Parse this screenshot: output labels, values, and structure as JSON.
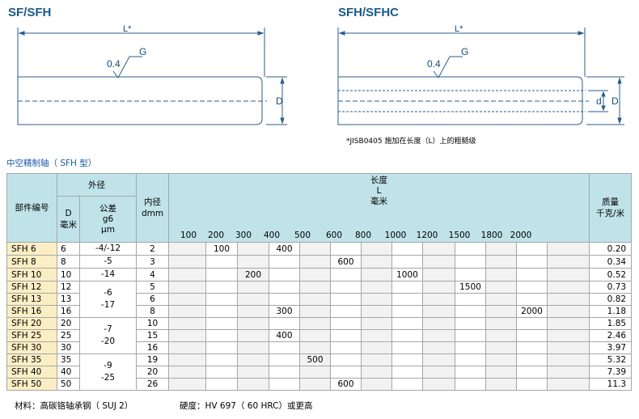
{
  "titles": {
    "left": "SF/SFH",
    "right": "SFH/SFHC"
  },
  "drawing": {
    "length_label": "L*",
    "roughness_value": "0.4",
    "grinding_symbol": "G",
    "dia_label": "D",
    "inner_dia_label": "d"
  },
  "note": "*JISB0405 施加在长度（L）上的粗糙级",
  "section_title": "中空精制轴（ SFH 型）",
  "table": {
    "headers": {
      "part_no": "部件编号",
      "od": "外径",
      "d_label": "D",
      "d_unit": "毫米",
      "tol_l1": "公差",
      "tol_l2": "g6",
      "tol_l3": "μm",
      "id_l1": "内径",
      "id_l2": "dmm",
      "len_l1": "长度",
      "len_l2": "L",
      "len_l3": "毫米",
      "wt_l1": "质量",
      "wt_l2": "千克/米"
    },
    "length_ticks": [
      "100",
      "200",
      "300",
      "400",
      "500",
      "600",
      "800",
      "1000",
      "1200",
      "1500",
      "1800",
      "2000"
    ],
    "rows": [
      {
        "part": "SFH 6",
        "D": "6",
        "id": "2",
        "wt": "0.20"
      },
      {
        "part": "SFH 8",
        "D": "8",
        "id": "3",
        "wt": "0.34"
      },
      {
        "part": "SFH 10",
        "D": "10",
        "id": "4",
        "wt": "0.52"
      },
      {
        "part": "SFH 12",
        "D": "12",
        "id": "5",
        "wt": "0.73"
      },
      {
        "part": "SFH 13",
        "D": "13",
        "id": "6",
        "wt": "0.82"
      },
      {
        "part": "SFH 16",
        "D": "16",
        "id": "8",
        "wt": "1.18"
      },
      {
        "part": "SFH 20",
        "D": "20",
        "id": "10",
        "wt": "1.85"
      },
      {
        "part": "SFH 25",
        "D": "25",
        "id": "15",
        "wt": "2.46"
      },
      {
        "part": "SFH 30",
        "D": "30",
        "id": "16",
        "wt": "3.97"
      },
      {
        "part": "SFH 35",
        "D": "35",
        "id": "19",
        "wt": "5.32"
      },
      {
        "part": "SFH 40",
        "D": "40",
        "id": "20",
        "wt": "7.39"
      },
      {
        "part": "SFH 50",
        "D": "50",
        "id": "26",
        "wt": "11.3"
      }
    ],
    "tolerances": [
      "-4/-12",
      "-5",
      "-14",
      "-6",
      "-17",
      "-7",
      "-20",
      "-9",
      "-25"
    ],
    "length_ranges": [
      {
        "row": 0,
        "a": "100",
        "b": "400"
      },
      {
        "row": 1,
        "b": "600"
      },
      {
        "row": 2,
        "a": "200",
        "b": "1000"
      },
      {
        "row": 3,
        "b": "1500"
      },
      {
        "row": 5,
        "a": "300",
        "b": "2000"
      },
      {
        "row": 7,
        "b": "400"
      },
      {
        "row": 9,
        "b": "500"
      },
      {
        "row": 11,
        "b": "600"
      }
    ]
  },
  "footer": {
    "material": "材料：高碳铬轴承钢（ SUJ 2）",
    "hardness": "硬度：HV 697（ 60 HRC）或更高"
  }
}
